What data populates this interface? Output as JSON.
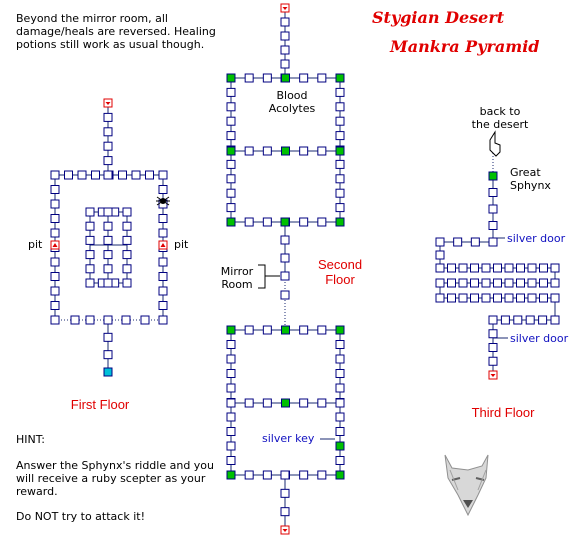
{
  "title": {
    "line1": "Stygian Desert",
    "line2": "Mankra Pyramid"
  },
  "notes": "Beyond the mirror room, all damage/heals are reversed. Healing potions still work as usual though.",
  "hint": {
    "label": "HINT:",
    "line1": "Answer the Sphynx's riddle and you will receive a ruby scepter as your reward.",
    "line2": "Do NOT try to attack it!"
  },
  "floors": {
    "first": {
      "label": "First Floor",
      "pit_left": "pit",
      "pit_right": "pit"
    },
    "second": {
      "label_line1": "Second",
      "label_line2": "Floor",
      "blood_acolytes_line1": "Blood",
      "blood_acolytes_line2": "Acolytes",
      "mirror_room_line1": "Mirror",
      "mirror_room_line2": "Room",
      "silver_key": "silver key"
    },
    "third": {
      "label": "Third Floor",
      "back_line1": "back to",
      "back_line2": "the desert",
      "sphynx_line1": "Great",
      "sphynx_line2": "Sphynx",
      "silver_door_top": "silver door",
      "silver_door_bottom": "silver door"
    }
  },
  "colors": {
    "title": "#e00000",
    "floor_label": "#e00000",
    "door_label": "#1010c0",
    "room_stroke": "#000080",
    "special_room": "#00c000",
    "entrance_room": "#00c0d8",
    "stair_room": "#e00000"
  },
  "icons": [
    "pointing-hand-icon",
    "spider-icon",
    "wolf-portrait-icon",
    "stairs-icon",
    "pit-icon"
  ]
}
